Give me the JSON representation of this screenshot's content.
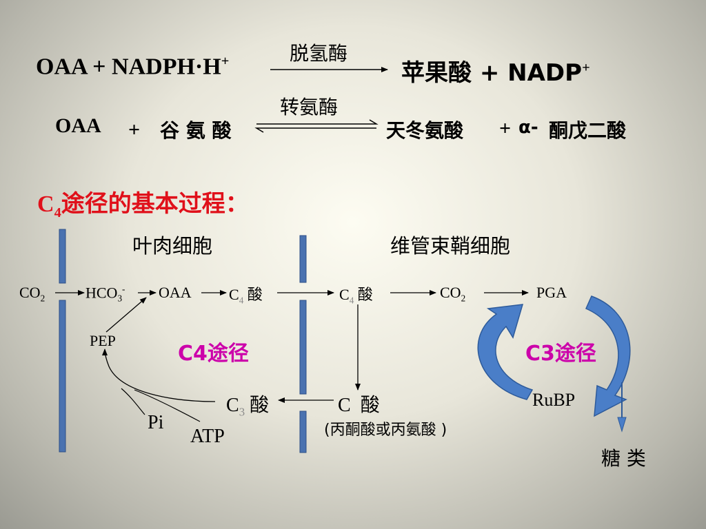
{
  "equation1": {
    "left": "OAA + NADPH·H",
    "left_sup": "+",
    "enzyme": "脱氢酶",
    "right": "苹果酸 + NADP",
    "right_sup": "+"
  },
  "equation2": {
    "left_oaa": "OAA",
    "plus1": "+",
    "glutamate": "谷 氨 酸",
    "enzyme": "转氨酶",
    "aspartate": "天冬氨酸",
    "plus2": "+",
    "alpha": "α-",
    "ketoglutarate": "酮戊二酸"
  },
  "section_title": {
    "c": "C",
    "sub": "4",
    "text": "途径的基本过程："
  },
  "cells": {
    "mesophyll": "叶肉细胞",
    "bundle_sheath": "维管束鞘细胞"
  },
  "nodes": {
    "co2_a": "CO",
    "co2_a_sub": "2",
    "hco3": "HCO",
    "hco3_sub": "3",
    "hco3_sup": "-",
    "oaa": "OAA",
    "c4_acid_1_c": "C",
    "c4_acid_1_sub": "4",
    "c4_acid_1_acid": "酸",
    "c4_acid_2_c": "C",
    "c4_acid_2_sub": "4",
    "c4_acid_2_acid": "酸",
    "co2_b": "CO",
    "co2_b_sub": "2",
    "pga": "PGA",
    "pep": "PEP",
    "c3_acid_1_c": "C",
    "c3_acid_1_sub": "3",
    "c3_acid_1_acid": "酸",
    "c3_acid_2_c": "C",
    "c3_acid_2_acid": "酸",
    "c3_acid_2_note": "(丙酮酸或丙氨酸 )",
    "pi": "Pi",
    "atp": "ATP",
    "rubp": "RuBP",
    "sugars": "糖 类"
  },
  "pathways": {
    "c4": "C4途径",
    "c3": "C3途径"
  },
  "colors": {
    "title": "#e0101a",
    "pathway_label": "#cc00aa",
    "membrane": "#4a72b0",
    "cycle_arrow": "#4a7ec8"
  }
}
